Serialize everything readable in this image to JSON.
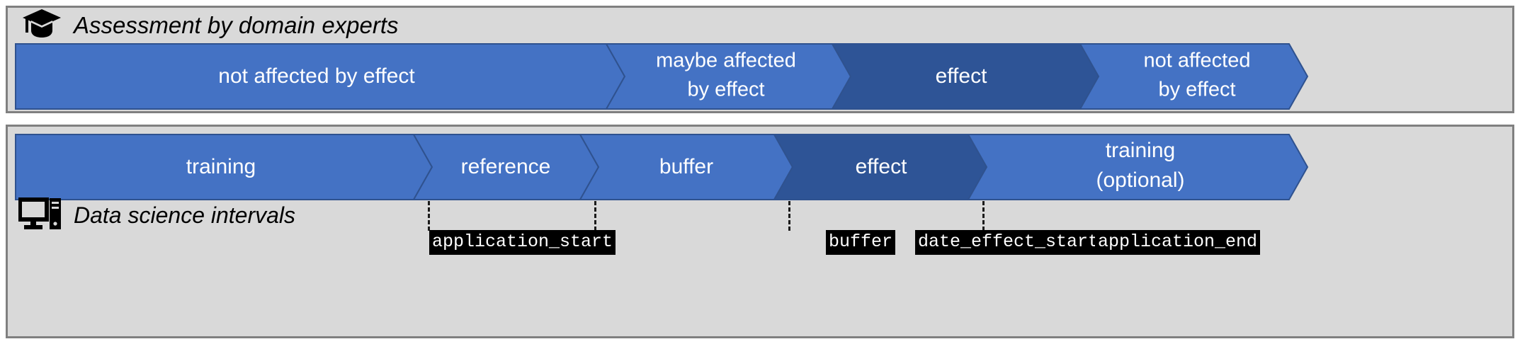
{
  "diagram": {
    "title": "Assessment by domain experts vs Data science intervals",
    "colors": {
      "panel_bg": "#d9d9d9",
      "panel_border": "#808080",
      "segment_light": "#4472c4",
      "segment_dark": "#2e5496",
      "segment_outline": "#2f528f",
      "label_text": "#ffffff",
      "code_chip_bg": "#000000",
      "code_chip_text": "#ffffff",
      "tick_line": "#1b1b1b"
    },
    "panels": [
      {
        "id": "expert-assessment",
        "caption": "Assessment by domain experts",
        "icon": "graduation-cap-icon",
        "caption_position": "top",
        "segments": [
          {
            "label": "not affected by effect",
            "lines": [
              "not affected by effect"
            ],
            "tone": "light",
            "width_pct": 45.7
          },
          {
            "label": "maybe affected by effect",
            "lines": [
              "maybe affected",
              "by effect"
            ],
            "tone": "light",
            "width_pct": 17.5
          },
          {
            "label": "effect",
            "lines": [
              "effect"
            ],
            "tone": "dark",
            "width_pct": 19.2
          },
          {
            "label": "not affected by effect",
            "lines": [
              "not affected",
              "by effect"
            ],
            "tone": "light",
            "width_pct": 17.6
          }
        ]
      },
      {
        "id": "data-science-intervals",
        "caption": "Data science intervals",
        "icon": "desktop-computer-icon",
        "caption_position": "bottom",
        "segments": [
          {
            "label": "training",
            "lines": [
              "training"
            ],
            "tone": "light",
            "width_pct": 32.2
          },
          {
            "label": "reference",
            "lines": [
              "reference"
            ],
            "tone": "light",
            "width_pct": 12.9
          },
          {
            "label": "buffer",
            "lines": [
              "buffer"
            ],
            "tone": "light",
            "width_pct": 15.0
          },
          {
            "label": "effect",
            "lines": [
              "effect"
            ],
            "tone": "dark",
            "width_pct": 15.0
          },
          {
            "label": "training (optional)",
            "lines": [
              "training",
              "(optional)"
            ],
            "tone": "light",
            "width_pct": 24.9
          }
        ],
        "markers": [
          {
            "code": "application_start",
            "boundary_after_segment": "training"
          },
          {
            "code": "buffer",
            "boundary_after_segment": "reference"
          },
          {
            "code": "date_effect_start",
            "boundary_after_segment": "buffer"
          },
          {
            "code": "application_end",
            "boundary_after_segment": "effect"
          }
        ]
      }
    ]
  }
}
